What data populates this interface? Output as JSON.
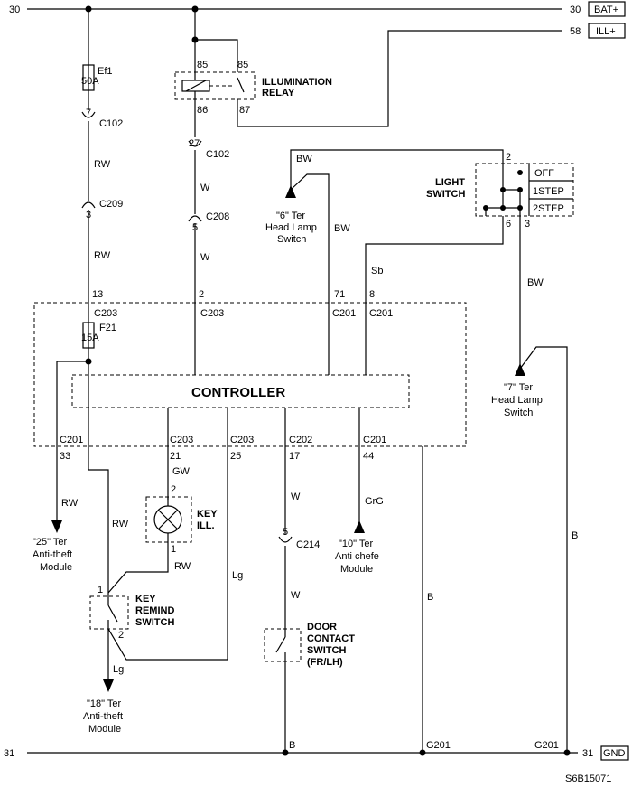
{
  "rails": {
    "top_left": "30",
    "top_right": "30",
    "bat": "BAT+",
    "ill_num": "58",
    "ill": "ILL+",
    "bottom_left": "31",
    "bottom_right": "31",
    "gnd": "GND"
  },
  "fuse_ef1": {
    "name": "Ef1",
    "rating": "50A"
  },
  "fuse_f21": {
    "name": "F21",
    "rating": "15A"
  },
  "relay": {
    "title1": "ILLUMINATION",
    "title2": "RELAY",
    "p85a": "85",
    "p85b": "85",
    "p86": "86",
    "p87": "87"
  },
  "light_switch": {
    "title1": "LIGHT",
    "title2": "SWITCH",
    "off": "OFF",
    "step1": "1STEP",
    "step2": "2STEP",
    "p2": "2",
    "p6": "6",
    "p3": "3"
  },
  "controller": {
    "label": "CONTROLLER"
  },
  "connectors": {
    "c102_pin7": "7",
    "c102a": "C102",
    "c102_pin27": "27",
    "c102b": "C102",
    "c209_pin3": "3",
    "c209": "C209",
    "c208_pin5": "5",
    "c208": "C208",
    "c214_pin5": "5",
    "c214": "C214",
    "in_13": "13",
    "in_c203a": "C203",
    "in_2": "2",
    "in_c203b": "C203",
    "in_71": "71",
    "in_c201a": "C201",
    "in_8": "8",
    "in_c201b": "C201",
    "out_c201a": "C201",
    "out_33": "33",
    "out_c203a": "C203",
    "out_21": "21",
    "out_c203b": "C203",
    "out_25": "25",
    "out_c202": "C202",
    "out_17": "17",
    "out_c201b": "C201",
    "out_44": "44"
  },
  "wires": {
    "rw1": "RW",
    "rw2": "RW",
    "w1": "W",
    "w2": "W",
    "bw1": "BW",
    "bw2": "BW",
    "bw3": "BW",
    "sb": "Sb",
    "rw3": "RW",
    "rw4": "RW",
    "gw": "GW",
    "rw5": "RW",
    "lg1": "Lg",
    "lg2": "Lg",
    "w3": "W",
    "w4": "W",
    "grg": "GrG",
    "b1": "B",
    "b2": "B",
    "b3": "B"
  },
  "terminals": {
    "t6_1": "\"6\" Ter",
    "t6_2": "Head Lamp",
    "t6_3": "Switch",
    "t7_1": "\"7\" Ter",
    "t7_2": "Head Lamp",
    "t7_3": "Switch",
    "t25_1": "\"25\" Ter",
    "t25_2": "Anti-theft",
    "t25_3": "Module",
    "t10_1": "\"10\" Ter",
    "t10_2": "Anti chefe",
    "t10_3": "Module",
    "t18_1": "\"18\" Ter",
    "t18_2": "Anti-theft",
    "t18_3": "Module"
  },
  "key_ill": {
    "title1": "KEY",
    "title2": "ILL.",
    "p2": "2",
    "p1": "1"
  },
  "key_remind": {
    "title1": "KEY",
    "title2": "REMIND",
    "title3": "SWITCH",
    "p1": "1",
    "p2": "2"
  },
  "door_switch": {
    "title1": "DOOR",
    "title2": "CONTACT",
    "title3": "SWITCH",
    "title4": "(FR/LH)"
  },
  "grounds": {
    "g201a": "G201",
    "g201b": "G201"
  },
  "diagram_code": "S6B15071"
}
